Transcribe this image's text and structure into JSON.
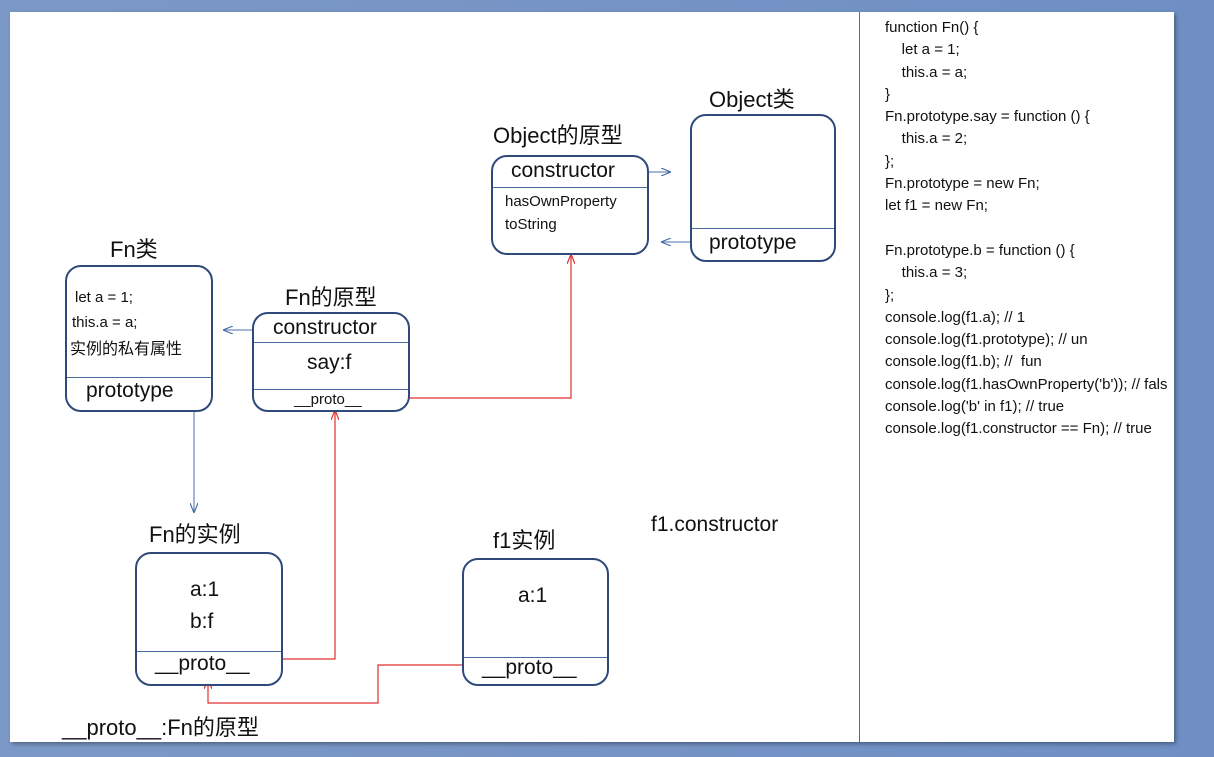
{
  "titles": {
    "object_class": "Object类",
    "object_proto": "Object的原型",
    "fn_class": "Fn类",
    "fn_proto": "Fn的原型",
    "fn_instance": "Fn的实例",
    "f1_instance": "f1实例",
    "f1_constructor": "f1.constructor",
    "proto_note": "__proto__:Fn的原型"
  },
  "object_proto_box": {
    "constructor": "constructor",
    "method1": "hasOwnProperty",
    "method2": "toString"
  },
  "object_class_box": {
    "prototype": "prototype"
  },
  "fn_class_box": {
    "line1": "let a = 1;",
    "line2": "this.a = a;",
    "line3": "实例的私有属性",
    "prototype": "prototype"
  },
  "fn_proto_box": {
    "constructor": "constructor",
    "say": "say:f",
    "proto": "__proto__"
  },
  "fn_instance_box": {
    "a": "a:1",
    "b": "b:f",
    "proto": "__proto__"
  },
  "f1_instance_box": {
    "a": "a:1",
    "proto": "__proto__"
  },
  "code_lines": [
    "function Fn() {",
    "    let a = 1;",
    "    this.a = a;",
    "}",
    "Fn.prototype.say = function () {",
    "    this.a = 2;",
    "};",
    "Fn.prototype = new Fn;",
    "let f1 = new Fn;",
    "",
    "Fn.prototype.b = function () {",
    "    this.a = 3;",
    "};",
    "console.log(f1.a); // 1",
    "console.log(f1.prototype); // un",
    "console.log(f1.b); //  fun",
    "console.log(f1.hasOwnProperty('b')); // fals",
    "console.log('b' in f1); // true",
    "console.log(f1.constructor == Fn); // true"
  ],
  "colors": {
    "box_border": "#2f4a7a",
    "blue_arrow": "#4a6fa8",
    "red_arrow": "#e03030"
  }
}
